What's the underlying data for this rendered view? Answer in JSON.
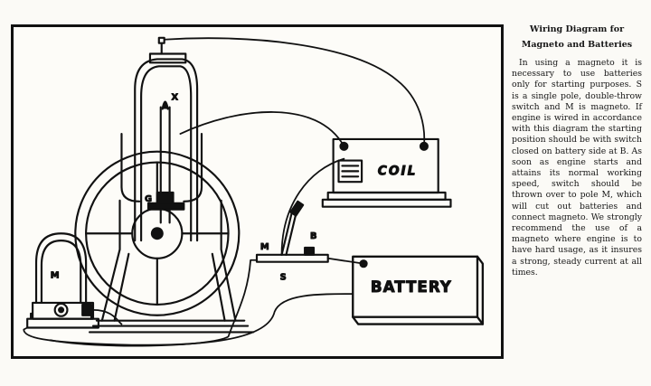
{
  "diagram": {
    "labels": {
      "x": "X",
      "g": "G",
      "m": "M",
      "coil": "COIL",
      "battery": "BATTERY",
      "switch_m": "M",
      "switch_b": "B",
      "switch_s": "S"
    }
  },
  "sidebar": {
    "title_line1": "Wiring Diagram for",
    "title_line2": "Magneto and Batteries",
    "body": "In using a magneto it is necessary to use batteries only for starting purposes. S is a single pole, double-throw switch and M is magneto. If engine is wired in accordance with this diagram the starting position should be with switch closed on battery side at B. As soon as engine starts and attains its normal working speed, switch should be thrown over to pole M, which will cut out batteries and connect magneto. We strongly recommend the use of a magneto where engine is to have hard usage, as it insures a strong, steady current at all times."
  }
}
